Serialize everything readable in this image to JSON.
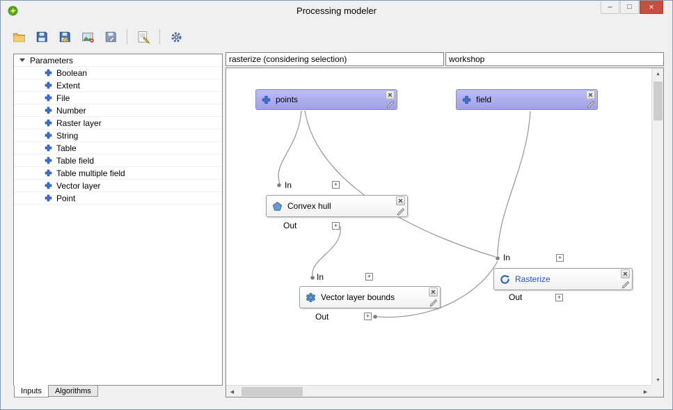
{
  "window": {
    "title": "Processing modeler",
    "controls": {
      "minimize": "–",
      "maximize": "□",
      "close": "×"
    }
  },
  "toolbar": {
    "buttons": [
      {
        "name": "open-model"
      },
      {
        "name": "save-model"
      },
      {
        "name": "save-model-as"
      },
      {
        "name": "export-as-image"
      },
      {
        "name": "export-as-script"
      },
      {
        "name": "edit-model-help"
      },
      {
        "name": "run-model"
      }
    ]
  },
  "header": {
    "model_name": "rasterize (considering selection)",
    "model_group": "workshop"
  },
  "sidebar": {
    "root": "Parameters",
    "items": [
      "Boolean",
      "Extent",
      "File",
      "Number",
      "Raster layer",
      "String",
      "Table",
      "Table field",
      "Table multiple field",
      "Vector layer",
      "Point"
    ],
    "tabs": [
      "Inputs",
      "Algorithms"
    ]
  },
  "canvas": {
    "icons": {
      "delete": "×",
      "expand": "+"
    },
    "scrollbar": {
      "up": "▲",
      "down": "▼",
      "left": "◀",
      "right": "▶"
    },
    "inputs": {
      "points": {
        "label": "points"
      },
      "field": {
        "label": "field"
      }
    },
    "algorithms": {
      "convex_hull": {
        "label": "Convex hull",
        "in": "In",
        "out": "Out"
      },
      "vector_bounds": {
        "label": "Vector layer bounds",
        "in": "In",
        "out": "Out"
      },
      "rasterize": {
        "label": "Rasterize",
        "in": "In",
        "out": "Out"
      }
    }
  }
}
